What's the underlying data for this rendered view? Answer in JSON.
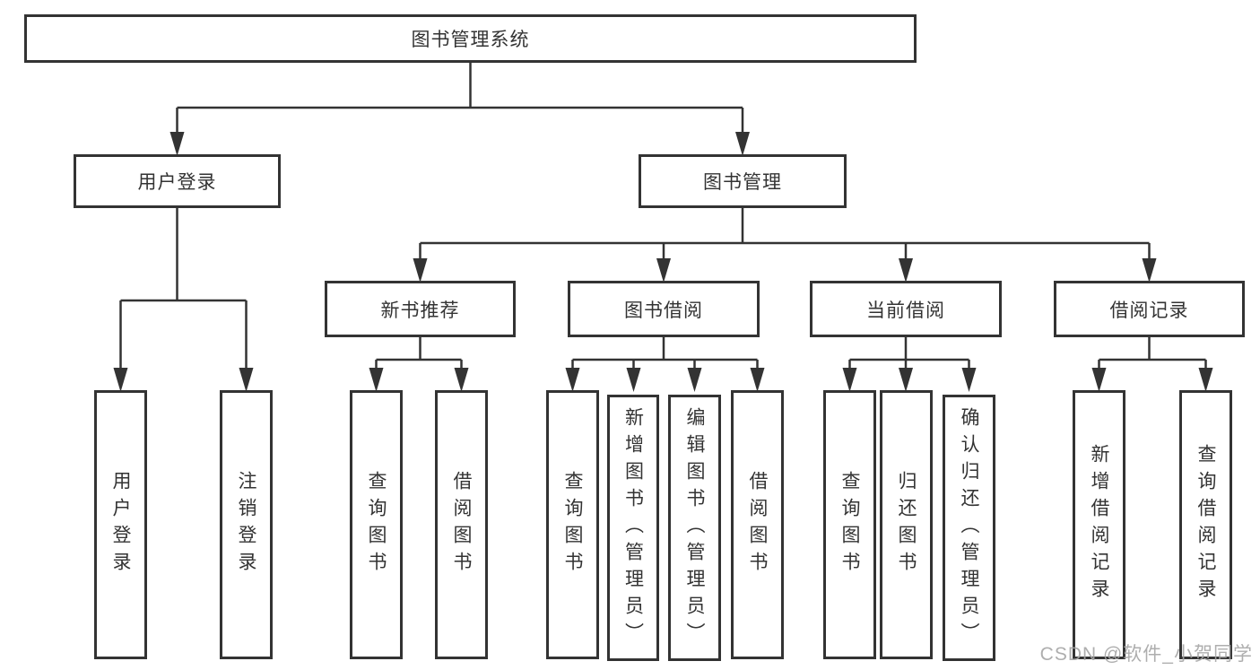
{
  "colors": {
    "line": "#333333",
    "box_border": "#333333",
    "box_background": "#ffffff",
    "text": "#333333",
    "watermark": "#a5a5a5",
    "background": "#ffffff"
  },
  "watermark": {
    "text": "CSDN @软件_小贺同学"
  },
  "tree": {
    "label": "图书管理系统",
    "children": [
      {
        "label": "用户登录",
        "children": [
          {
            "label": "用户登录"
          },
          {
            "label": "注销登录"
          }
        ]
      },
      {
        "label": "图书管理",
        "children": [
          {
            "label": "新书推荐",
            "children": [
              {
                "label": "查询图书"
              },
              {
                "label": "借阅图书"
              }
            ]
          },
          {
            "label": "图书借阅",
            "children": [
              {
                "label": "查询图书"
              },
              {
                "label": "新增图书（管理员）"
              },
              {
                "label": "编辑图书（管理员）"
              },
              {
                "label": "借阅图书"
              }
            ]
          },
          {
            "label": "当前借阅",
            "children": [
              {
                "label": "查询图书"
              },
              {
                "label": "归还图书"
              },
              {
                "label": "确认归还（管理员）"
              }
            ]
          },
          {
            "label": "借阅记录",
            "children": [
              {
                "label": "新增借阅记录"
              },
              {
                "label": "查询借阅记录"
              }
            ]
          }
        ]
      }
    ]
  }
}
